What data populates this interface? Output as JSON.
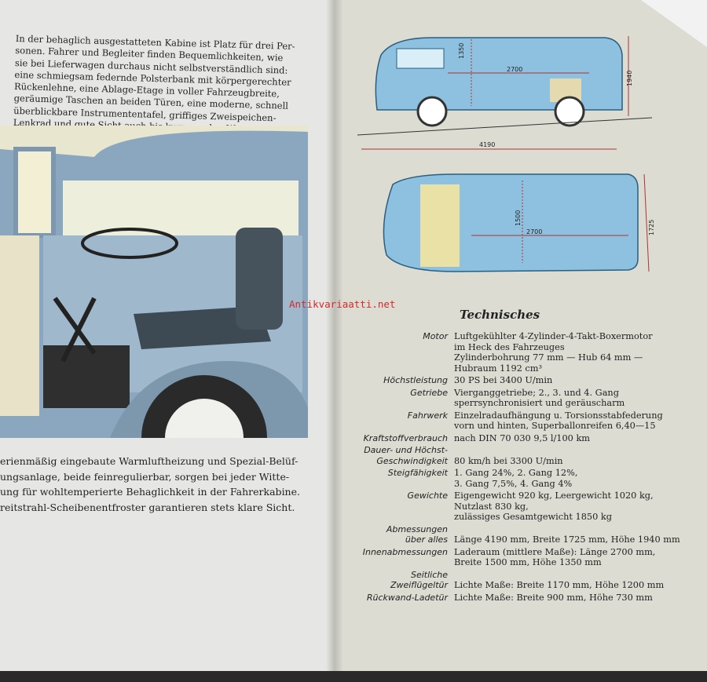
{
  "left_page": {
    "intro": [
      "In der behaglich ausgestatteten Kabine ist Platz für drei Per-",
      "sonen. Fahrer und Begleiter finden Bequemlichkeiten, wie",
      "sie bei Lieferwagen durchaus nicht selbstverständlich sind:",
      "eine schmiegsam federnde Polsterbank mit körpergerechter",
      "Rückenlehne, eine Ablage-Etage in voller Fahrzeugbreite,",
      "geräumige Taschen an beiden Türen, eine moderne, schnell",
      "überblickbare Instrumententafel, griffiges Zweispeichen-",
      "Lenkrad und gute Sicht auch bis kurz vor den Wagen."
    ],
    "caption": [
      "erienmäßig eingebaute Warmluftheizung und Spezial-Belüf-",
      "ungsanlage, beide feinregulierbar, sorgen bei jeder Witte-",
      "ung für wohltemperierte Behaglichkeit in der Fahrerkabine.",
      "reitstrahl-Scheibenentfroster garantieren stets klare Sicht."
    ]
  },
  "diagram": {
    "side": {
      "height_inner": "1350",
      "length_inner": "2700",
      "height_total": "1940",
      "length_total": "4190"
    },
    "top": {
      "width_inner": "1500",
      "length_inner": "2700",
      "width_total": "1725"
    }
  },
  "watermark": "Antikvariaatti.net",
  "specs_title": "Technisches",
  "specs": [
    {
      "label": [
        "Motor"
      ],
      "value": [
        "Luftgekühlter 4-Zylinder-4-Takt-Boxermotor",
        "im Heck des Fahrzeuges",
        "Zylinderbohrung 77 mm — Hub 64 mm —",
        "Hubraum 1192 cm³"
      ]
    },
    {
      "label": [
        "Höchstleistung"
      ],
      "value": [
        "30 PS bei 3400 U/min"
      ]
    },
    {
      "label": [
        "Getriebe"
      ],
      "value": [
        "Vierganggetriebe; 2., 3. und 4. Gang",
        "sperrsynchronisiert und geräuscharm"
      ]
    },
    {
      "label": [
        "Fahrwerk"
      ],
      "value": [
        "Einzelradaufhängung u. Torsionsstabfederung",
        "vorn und hinten, Superballonreifen 6,40—15"
      ]
    },
    {
      "label": [
        "Kraftstoffverbrauch"
      ],
      "value": [
        "nach DIN 70 030 9,5 l/100 km"
      ]
    },
    {
      "label": [
        "Dauer- und Höchst-",
        "Geschwindigkeit"
      ],
      "value": [
        "",
        "80 km/h bei 3300 U/min"
      ]
    },
    {
      "label": [
        "Steigfähigkeit"
      ],
      "value": [
        "1. Gang 24%, 2. Gang 12%,",
        "3. Gang 7,5%, 4. Gang 4%"
      ]
    },
    {
      "label": [
        "Gewichte"
      ],
      "value": [
        "Eigengewicht 920 kg, Leergewicht 1020 kg,",
        "Nutzlast 830 kg,",
        "zulässiges Gesamtgewicht 1850 kg"
      ]
    },
    {
      "label": [
        "Abmessungen",
        "über alles"
      ],
      "value": [
        "",
        "Länge 4190 mm, Breite 1725 mm, Höhe 1940 mm"
      ]
    },
    {
      "label": [
        "Innenabmessungen"
      ],
      "value": [
        "Laderaum (mittlere Maße): Länge 2700 mm,",
        "Breite 1500 mm, Höhe 1350 mm"
      ]
    },
    {
      "label": [
        "Seitliche",
        "Zweiflügeltür"
      ],
      "value": [
        "",
        "Lichte Maße: Breite 1170 mm, Höhe 1200 mm"
      ]
    },
    {
      "label": [
        "Rückwand-Ladetür"
      ],
      "value": [
        "Lichte Maße: Breite 900 mm, Höhe 730 mm"
      ]
    }
  ]
}
